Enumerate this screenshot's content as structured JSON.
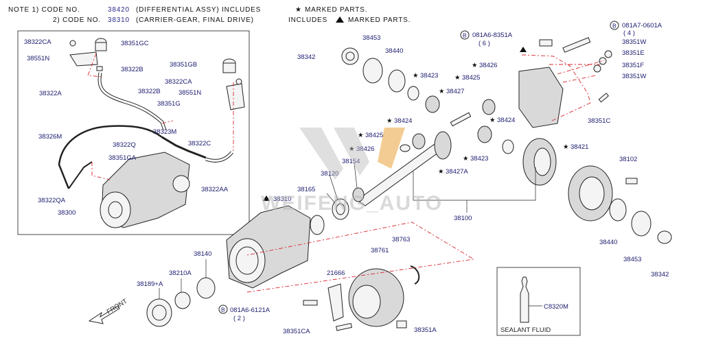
{
  "notes": {
    "line1": {
      "prefix": "NOTE  1)  CODE  NO.",
      "code": "38420",
      "text": "(DIFFERENTIAL ASSY)  INCLUDES"
    },
    "line2": {
      "prefix": "2)  CODE  NO.",
      "code": "38310",
      "text": "(CARRIER-GEAR,  FINAL  DRIVE)"
    },
    "marked1": "MARKED  PARTS.",
    "marked2a": "INCLUDES",
    "marked2b": "MARKED  PARTS."
  },
  "bolt_refs": {
    "r1": {
      "letter": "B",
      "code": "081A6-8351A",
      "qty": "( 6 )"
    },
    "r2": {
      "letter": "B",
      "code": "081A7-0601A",
      "qty": "( 4 )"
    },
    "r3": {
      "letter": "B",
      "code": "081A6-6121A",
      "qty": "( 2 )"
    }
  },
  "inset_labels": {
    "l1": "38322CA",
    "l2": "38351GC",
    "l3": "38551N",
    "l4": "38322B",
    "l5": "38351GB",
    "l6": "38322CA",
    "l7": "38551N",
    "l8": "38322A",
    "l9": "38322B",
    "l10": "38351G",
    "l11": "38323M",
    "l12": "38326M",
    "l13": "38322Q",
    "l14": "38322C",
    "l15": "38351GA",
    "l16": "38322QA",
    "l17": "38322AA",
    "l18": "38300"
  },
  "part_labels": {
    "p_38342a": "38342",
    "p_38453a": "38453",
    "p_38440a": "38440",
    "p_38423a": "38423",
    "p_38425a": "38425",
    "p_38426a": "38426",
    "p_38427": "38427",
    "p_38424a": "38424",
    "p_38425b": "38425",
    "p_38426b": "38426",
    "p_38154": "38154",
    "p_38120": "38120",
    "p_38165": "38165",
    "p_38423b": "38423",
    "p_38427A": "38427A",
    "p_38424b": "38424",
    "p_38421": "38421",
    "p_38102": "38102",
    "p_38100": "38100",
    "p_38440b": "38440",
    "p_38453b": "38453",
    "p_38342b": "38342",
    "p_38310": "38310",
    "p_38140": "38140",
    "p_38210A": "38210A",
    "p_38189A": "38189+A",
    "p_21666": "21666",
    "p_38761": "38761",
    "p_38763": "38763",
    "p_38351CA": "38351CA",
    "p_38351A": "38351A",
    "p_38351C": "38351C",
    "p_38351W1": "38351W",
    "p_38351E": "38351E",
    "p_38351F": "38351F",
    "p_38351W2": "38351W"
  },
  "front_label": "FRONT",
  "sealant": {
    "code": "C8320M",
    "caption": "SEALANT  FLUID"
  },
  "watermark": "WEIFENG_AUTO",
  "colors": {
    "label": "#1a1a6e",
    "leader_dash": "#d7262d"
  }
}
